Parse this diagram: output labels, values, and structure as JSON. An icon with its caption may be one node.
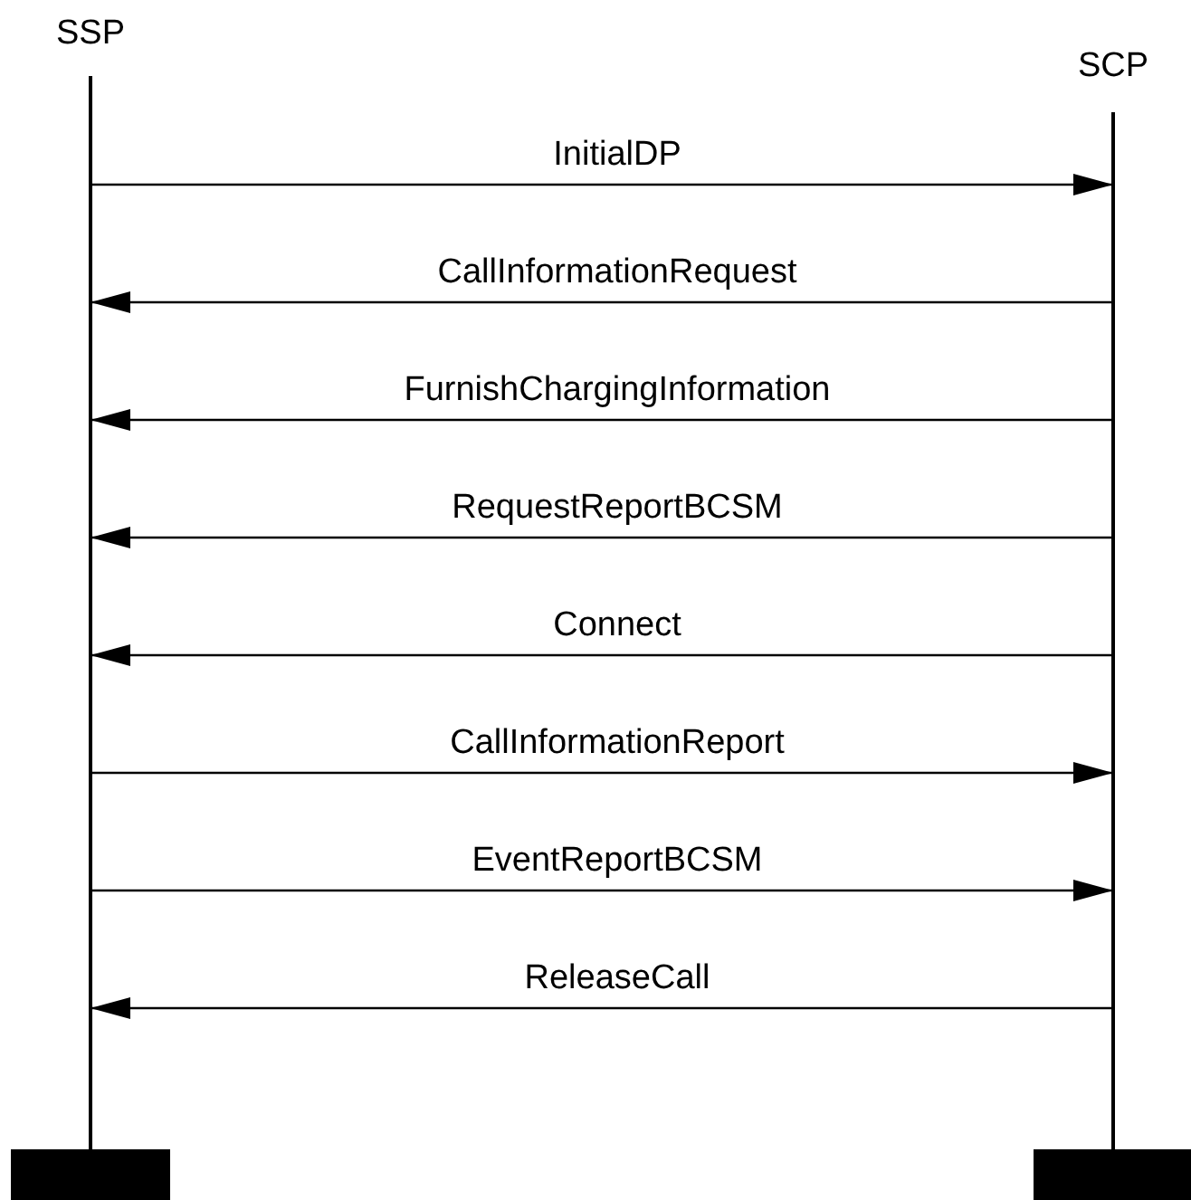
{
  "diagram": {
    "nodes": [
      {
        "text": [
          "SSP"
        ]
      },
      {
        "text": [
          "SCP"
        ]
      }
    ],
    "edges": [
      {
        "from": 0,
        "to": 1,
        "arrow": "to",
        "label": "InitialDP"
      },
      {
        "from": 1,
        "to": 0,
        "arrow": "to",
        "label": "CallInformationRequest"
      },
      {
        "from": 1,
        "to": 0,
        "arrow": "to",
        "label": "FurnishChargingInformation"
      },
      {
        "from": 1,
        "to": 0,
        "arrow": "to",
        "label": "RequestReportBCSM"
      },
      {
        "from": 1,
        "to": 0,
        "arrow": "to",
        "label": "Connect"
      },
      {
        "from": 0,
        "to": 1,
        "arrow": "to",
        "label": "CallInformationReport"
      },
      {
        "from": 0,
        "to": 1,
        "arrow": "to",
        "label": "EventReportBCSM"
      },
      {
        "from": 1,
        "to": 0,
        "arrow": "to",
        "label": "ReleaseCall"
      }
    ]
  }
}
